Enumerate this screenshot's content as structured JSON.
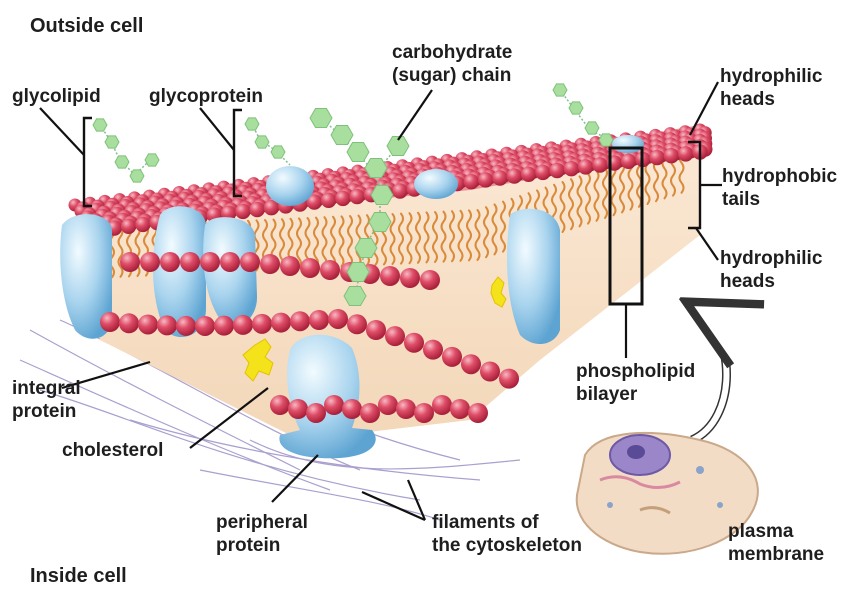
{
  "labels": {
    "outside_cell": "Outside cell",
    "inside_cell": "Inside cell",
    "glycolipid": "glycolipid",
    "glycoprotein": "glycoprotein",
    "carbohydrate_line1": "carbohydrate",
    "carbohydrate_line2": "(sugar) chain",
    "hydrophilic_heads_top_line1": "hydrophilic",
    "hydrophilic_heads_top_line2": "heads",
    "hydrophobic_tails_line1": "hydrophobic",
    "hydrophobic_tails_line2": "tails",
    "hydrophilic_heads_bottom_line1": "hydrophilic",
    "hydrophilic_heads_bottom_line2": "heads",
    "phospholipid_bilayer_line1": "phospholipid",
    "phospholipid_bilayer_line2": "bilayer",
    "integral_protein_line1": "integral",
    "integral_protein_line2": "protein",
    "cholesterol": "cholesterol",
    "peripheral_protein_line1": "peripheral",
    "peripheral_protein_line2": "protein",
    "filaments_line1": "filaments of",
    "filaments_line2": "the cytoskeleton",
    "plasma_membrane_line1": "plasma",
    "plasma_membrane_line2": "membrane"
  },
  "colors": {
    "head": "#d9435e",
    "head_highlight": "#f3a5b3",
    "tail": "#d98a3a",
    "protein": "#a9d4ee",
    "protein_dark": "#6fb3de",
    "sugar": "#a8df9e",
    "cholesterol": "#f4e21a",
    "filament": "#9c8fc7",
    "label": "#1e1e1e"
  }
}
